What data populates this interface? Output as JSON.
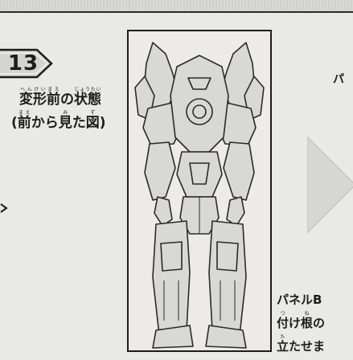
{
  "step": {
    "number": "13"
  },
  "caption": {
    "line1": [
      {
        "base": "変形前",
        "ruby": "へんけいまえ"
      },
      {
        "base": "の",
        "ruby": ""
      },
      {
        "base": "状態",
        "ruby": "じょうたい"
      }
    ],
    "line2": [
      {
        "base": "(",
        "ruby": ""
      },
      {
        "base": "前",
        "ruby": "まえ"
      },
      {
        "base": "から",
        "ruby": ""
      },
      {
        "base": "見",
        "ruby": "み"
      },
      {
        "base": "た",
        "ruby": ""
      },
      {
        "base": "図",
        "ruby": "ず"
      },
      {
        "base": ")",
        "ruby": ""
      }
    ]
  },
  "right_column": {
    "top_text": "パ",
    "bottom_lines": [
      [
        {
          "base": "パネルB",
          "ruby": ""
        }
      ],
      [
        {
          "base": "付",
          "ruby": "つ"
        },
        {
          "base": "け",
          "ruby": ""
        },
        {
          "base": "根",
          "ruby": "ね"
        },
        {
          "base": "の",
          "ruby": ""
        }
      ],
      [
        {
          "base": "立",
          "ruby": "た"
        },
        {
          "base": "たせま",
          "ruby": ""
        }
      ]
    ]
  },
  "icons": {
    "step_badge": "step-number-badge",
    "robot": "robot-figure-front-view",
    "small_arrow": "chevron-right-icon",
    "large_arrow": "play-arrow-icon"
  },
  "colors": {
    "ink": "#1c1c1c",
    "paper": "#e9e9e7",
    "badge_fill": "#d4d4d2",
    "robot_fill": "#d8d9d5",
    "arrow_fill": "#d6d6d4"
  }
}
